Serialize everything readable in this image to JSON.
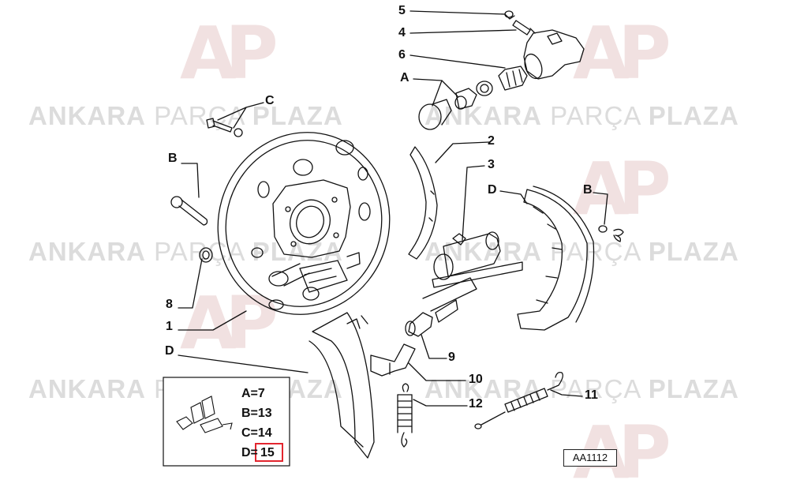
{
  "watermark": {
    "text_bold_left": "ANKARA",
    "text_light": "PARÇA",
    "text_bold_right": "PLAZA",
    "logo_text": "AP"
  },
  "colors": {
    "line": "#111111",
    "watermark": "#dcdcdc",
    "highlight": "#e3262f"
  },
  "callouts": {
    "c5": "5",
    "c4": "4",
    "c6": "6",
    "cA": "A",
    "cC": "C",
    "c2": "2",
    "c3": "3",
    "cB_left": "B",
    "cD_right": "D",
    "cB_right": "B",
    "c8": "8",
    "c1": "1",
    "cD_left": "D",
    "c9": "9",
    "c10": "10",
    "c12": "12",
    "c11": "11"
  },
  "legend": {
    "lines": [
      "A=7",
      "B=13",
      "C=14",
      "D="
    ],
    "highlighted_value": "15"
  },
  "reference_code": "AA1112"
}
